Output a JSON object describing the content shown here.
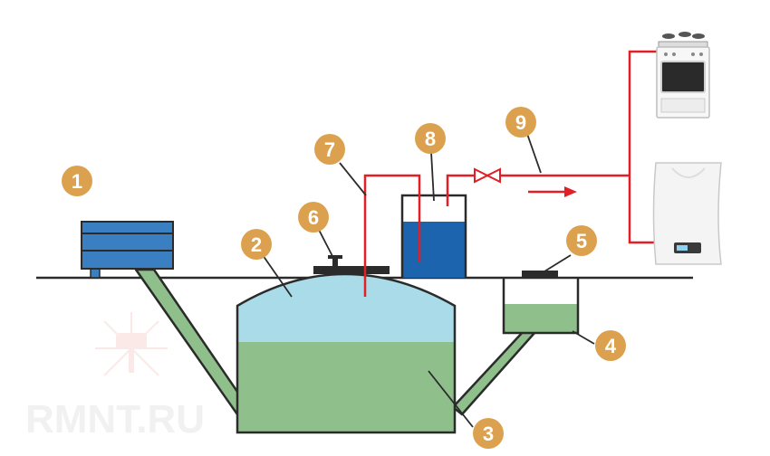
{
  "watermark": {
    "text": "RMNT.RU"
  },
  "callouts": [
    {
      "id": "1",
      "label": "1"
    },
    {
      "id": "2",
      "label": "2"
    },
    {
      "id": "3",
      "label": "3"
    },
    {
      "id": "4",
      "label": "4"
    },
    {
      "id": "5",
      "label": "5"
    },
    {
      "id": "6",
      "label": "6"
    },
    {
      "id": "7",
      "label": "7"
    },
    {
      "id": "8",
      "label": "8"
    },
    {
      "id": "9",
      "label": "9"
    }
  ],
  "colors": {
    "badge": "#dca14f",
    "gas_pipe": "#e31e24",
    "slurry": "#8fbf8b",
    "gas_space": "#a9dce8",
    "water_blue": "#1c64ad",
    "feeder_blue": "#3a7fc1",
    "outline": "#2b2b2b"
  },
  "icons": [
    "valve-icon",
    "flow-arrow-icon",
    "gas-stove-icon",
    "gas-boiler-icon",
    "paint-roller-icon"
  ]
}
